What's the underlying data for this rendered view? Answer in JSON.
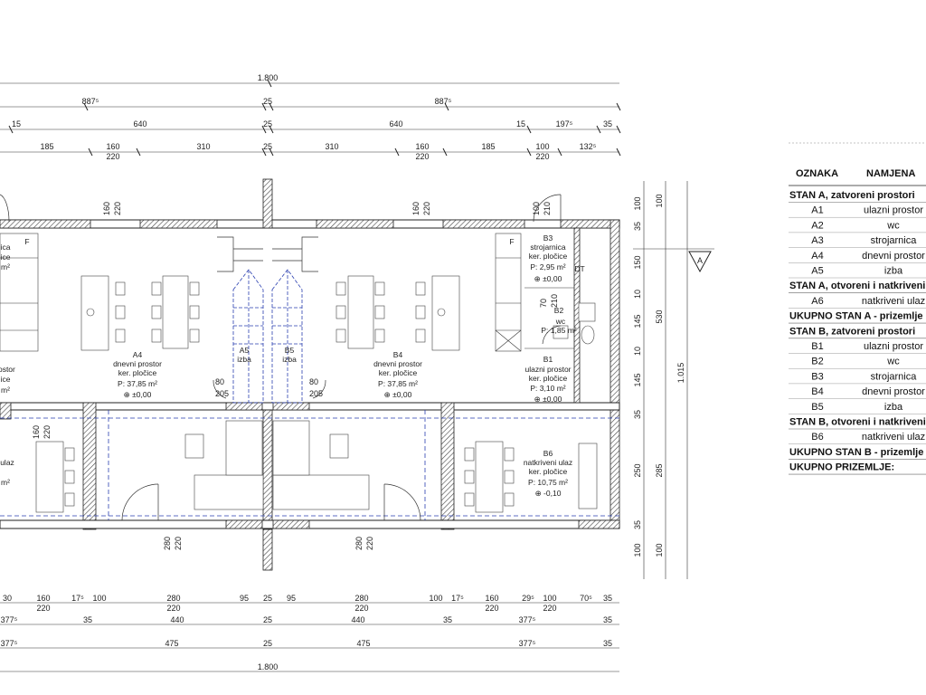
{
  "dimensions": {
    "row1": [
      "1.800"
    ],
    "row2": [
      "887⁵",
      "25",
      "887⁵"
    ],
    "row3": [
      "15",
      "640",
      "25",
      "640",
      "15",
      "197⁵",
      "35"
    ],
    "row4": [
      "185",
      "160",
      "220",
      "310",
      "25",
      "310",
      "160",
      "220",
      "185",
      "100",
      "220",
      "132⁵"
    ],
    "bottom1": [
      "30",
      "160",
      "220",
      "17⁵",
      "100",
      "280",
      "220",
      "95",
      "25",
      "95",
      "280",
      "220",
      "100",
      "17⁵",
      "160",
      "220",
      "29⁵",
      "100",
      "220",
      "70⁵",
      "35"
    ],
    "bottom2": [
      "377⁵",
      "35",
      "440",
      "25",
      "440",
      "35",
      "377⁵",
      "35"
    ],
    "bottom3": [
      "377⁵",
      "475",
      "25",
      "475",
      "377⁵",
      "35"
    ],
    "bottom4": [
      "1.800"
    ],
    "right_inner": [
      "100",
      "35",
      "150",
      "10",
      "145",
      "10",
      "145",
      "35",
      "250",
      "35",
      "100"
    ],
    "right_mid": [
      "100",
      "530",
      "285",
      "100"
    ],
    "right_outer": [
      "1.015"
    ],
    "window_a": [
      "160",
      "220"
    ],
    "window_b": [
      "160",
      "220"
    ],
    "door_b3": [
      "100",
      "210"
    ],
    "door_b2": [
      "70",
      "210"
    ],
    "stair_a": [
      "80",
      "205"
    ],
    "stair_b": [
      "80",
      "205"
    ],
    "front_a": [
      "280",
      "220"
    ],
    "front_b": [
      "280",
      "220"
    ],
    "win_bl": [
      "160",
      "220"
    ]
  },
  "rooms": {
    "a4": {
      "code": "A4",
      "name": "dnevni prostor",
      "floor": "ker. pločice",
      "area": "P: 37,85 m²",
      "level": "⊕ ±0,00"
    },
    "b4": {
      "code": "B4",
      "name": "dnevni prostor",
      "floor": "ker. pločice",
      "area": "P: 37,85 m²",
      "level": "⊕ ±0,00"
    },
    "b3": {
      "code": "B3",
      "name": "strojarnica",
      "floor": "ker. pločice",
      "area": "P: 2,95 m²",
      "level": "⊕ ±0,00"
    },
    "b2": {
      "code": "B2",
      "name": "wc",
      "area": "P: 1,85 m²"
    },
    "b1": {
      "code": "B1",
      "name": "ulazni prostor",
      "floor": "ker. pločice",
      "area": "P: 3,10 m²",
      "level": "⊕ ±0,00"
    },
    "b6": {
      "code": "B6",
      "name": "natkriveni ulaz",
      "floor": "ker. pločice",
      "area": "P: 10,75 m²",
      "level": "⊕ -0,10"
    },
    "a5": {
      "code": "A5",
      "name": "izba"
    },
    "b5": {
      "code": "B5",
      "name": "izba"
    },
    "a_left_mid": {
      "name": "rostor",
      "extra": "ice",
      "area": "m²"
    },
    "a_left_low": {
      "name": "ulaz",
      "area": "m²"
    },
    "a_left_top": {
      "name": "ica",
      "extra": "ice",
      "area": "m²"
    },
    "dt": "DT",
    "f": "F"
  },
  "section_marker": "A",
  "table": {
    "headers": [
      "OZNAKA",
      "NAMJENA"
    ],
    "rows": [
      {
        "type": "section",
        "text": "STAN A, zatvoreni prostori",
        "color": "#111111"
      },
      {
        "type": "row",
        "code": "A1",
        "name": "ulazni prostor"
      },
      {
        "type": "row",
        "code": "A2",
        "name": "wc"
      },
      {
        "type": "row",
        "code": "A3",
        "name": "strojarnica"
      },
      {
        "type": "row",
        "code": "A4",
        "name": "dnevni prostor"
      },
      {
        "type": "row",
        "code": "A5",
        "name": "izba"
      },
      {
        "type": "section",
        "text": "STAN A, otvoreni i natkriveni",
        "color": "#111111"
      },
      {
        "type": "row",
        "code": "A6",
        "name": "natkriveni ulaz"
      },
      {
        "type": "total",
        "text": "UKUPNO STAN A - prizemlje",
        "color": "#3f8a86"
      },
      {
        "type": "section",
        "text": "STAN B, zatvoreni prostori",
        "color": "#111111"
      },
      {
        "type": "row",
        "code": "B1",
        "name": "ulazni prostor"
      },
      {
        "type": "row",
        "code": "B2",
        "name": "wc"
      },
      {
        "type": "row",
        "code": "B3",
        "name": "strojarnica"
      },
      {
        "type": "row",
        "code": "B4",
        "name": "dnevni prostor"
      },
      {
        "type": "row",
        "code": "B5",
        "name": "izba"
      },
      {
        "type": "section",
        "text": "STAN B, otvoreni i natkriveni",
        "color": "#111111"
      },
      {
        "type": "row",
        "code": "B6",
        "name": "natkriveni ulaz"
      },
      {
        "type": "total",
        "text": "UKUPNO STAN B - prizemlje",
        "color": "#7a2a8c"
      },
      {
        "type": "section",
        "text": "UKUPNO PRIZEMLJE:",
        "color": "#111111"
      }
    ]
  }
}
